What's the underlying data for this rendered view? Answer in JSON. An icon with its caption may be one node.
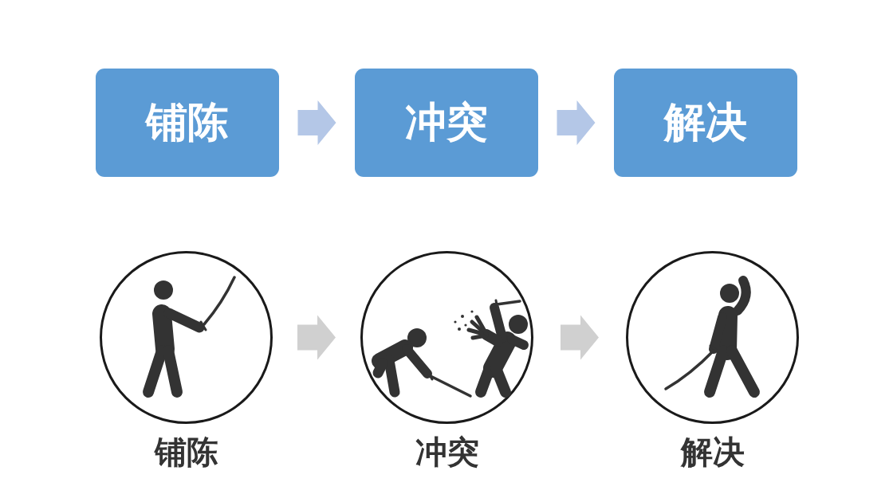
{
  "diagram": {
    "nodes": [
      {
        "text": [
          "铺陈"
        ]
      },
      {
        "text": [
          "冲突"
        ]
      },
      {
        "text": [
          "解决"
        ]
      },
      {
        "text": [
          "铺陈"
        ]
      },
      {
        "text": [
          "冲突"
        ]
      },
      {
        "text": [
          "解决"
        ]
      }
    ],
    "edges": [
      {
        "from": 0,
        "to": 1,
        "arrow": "to",
        "color": "#b4c7e7"
      },
      {
        "from": 1,
        "to": 2,
        "arrow": "to",
        "color": "#b4c7e7"
      },
      {
        "from": 3,
        "to": 4,
        "arrow": "to",
        "color": "#d0d0d0"
      },
      {
        "from": 4,
        "to": 5,
        "arrow": "to",
        "color": "#d0d0d0"
      }
    ]
  }
}
